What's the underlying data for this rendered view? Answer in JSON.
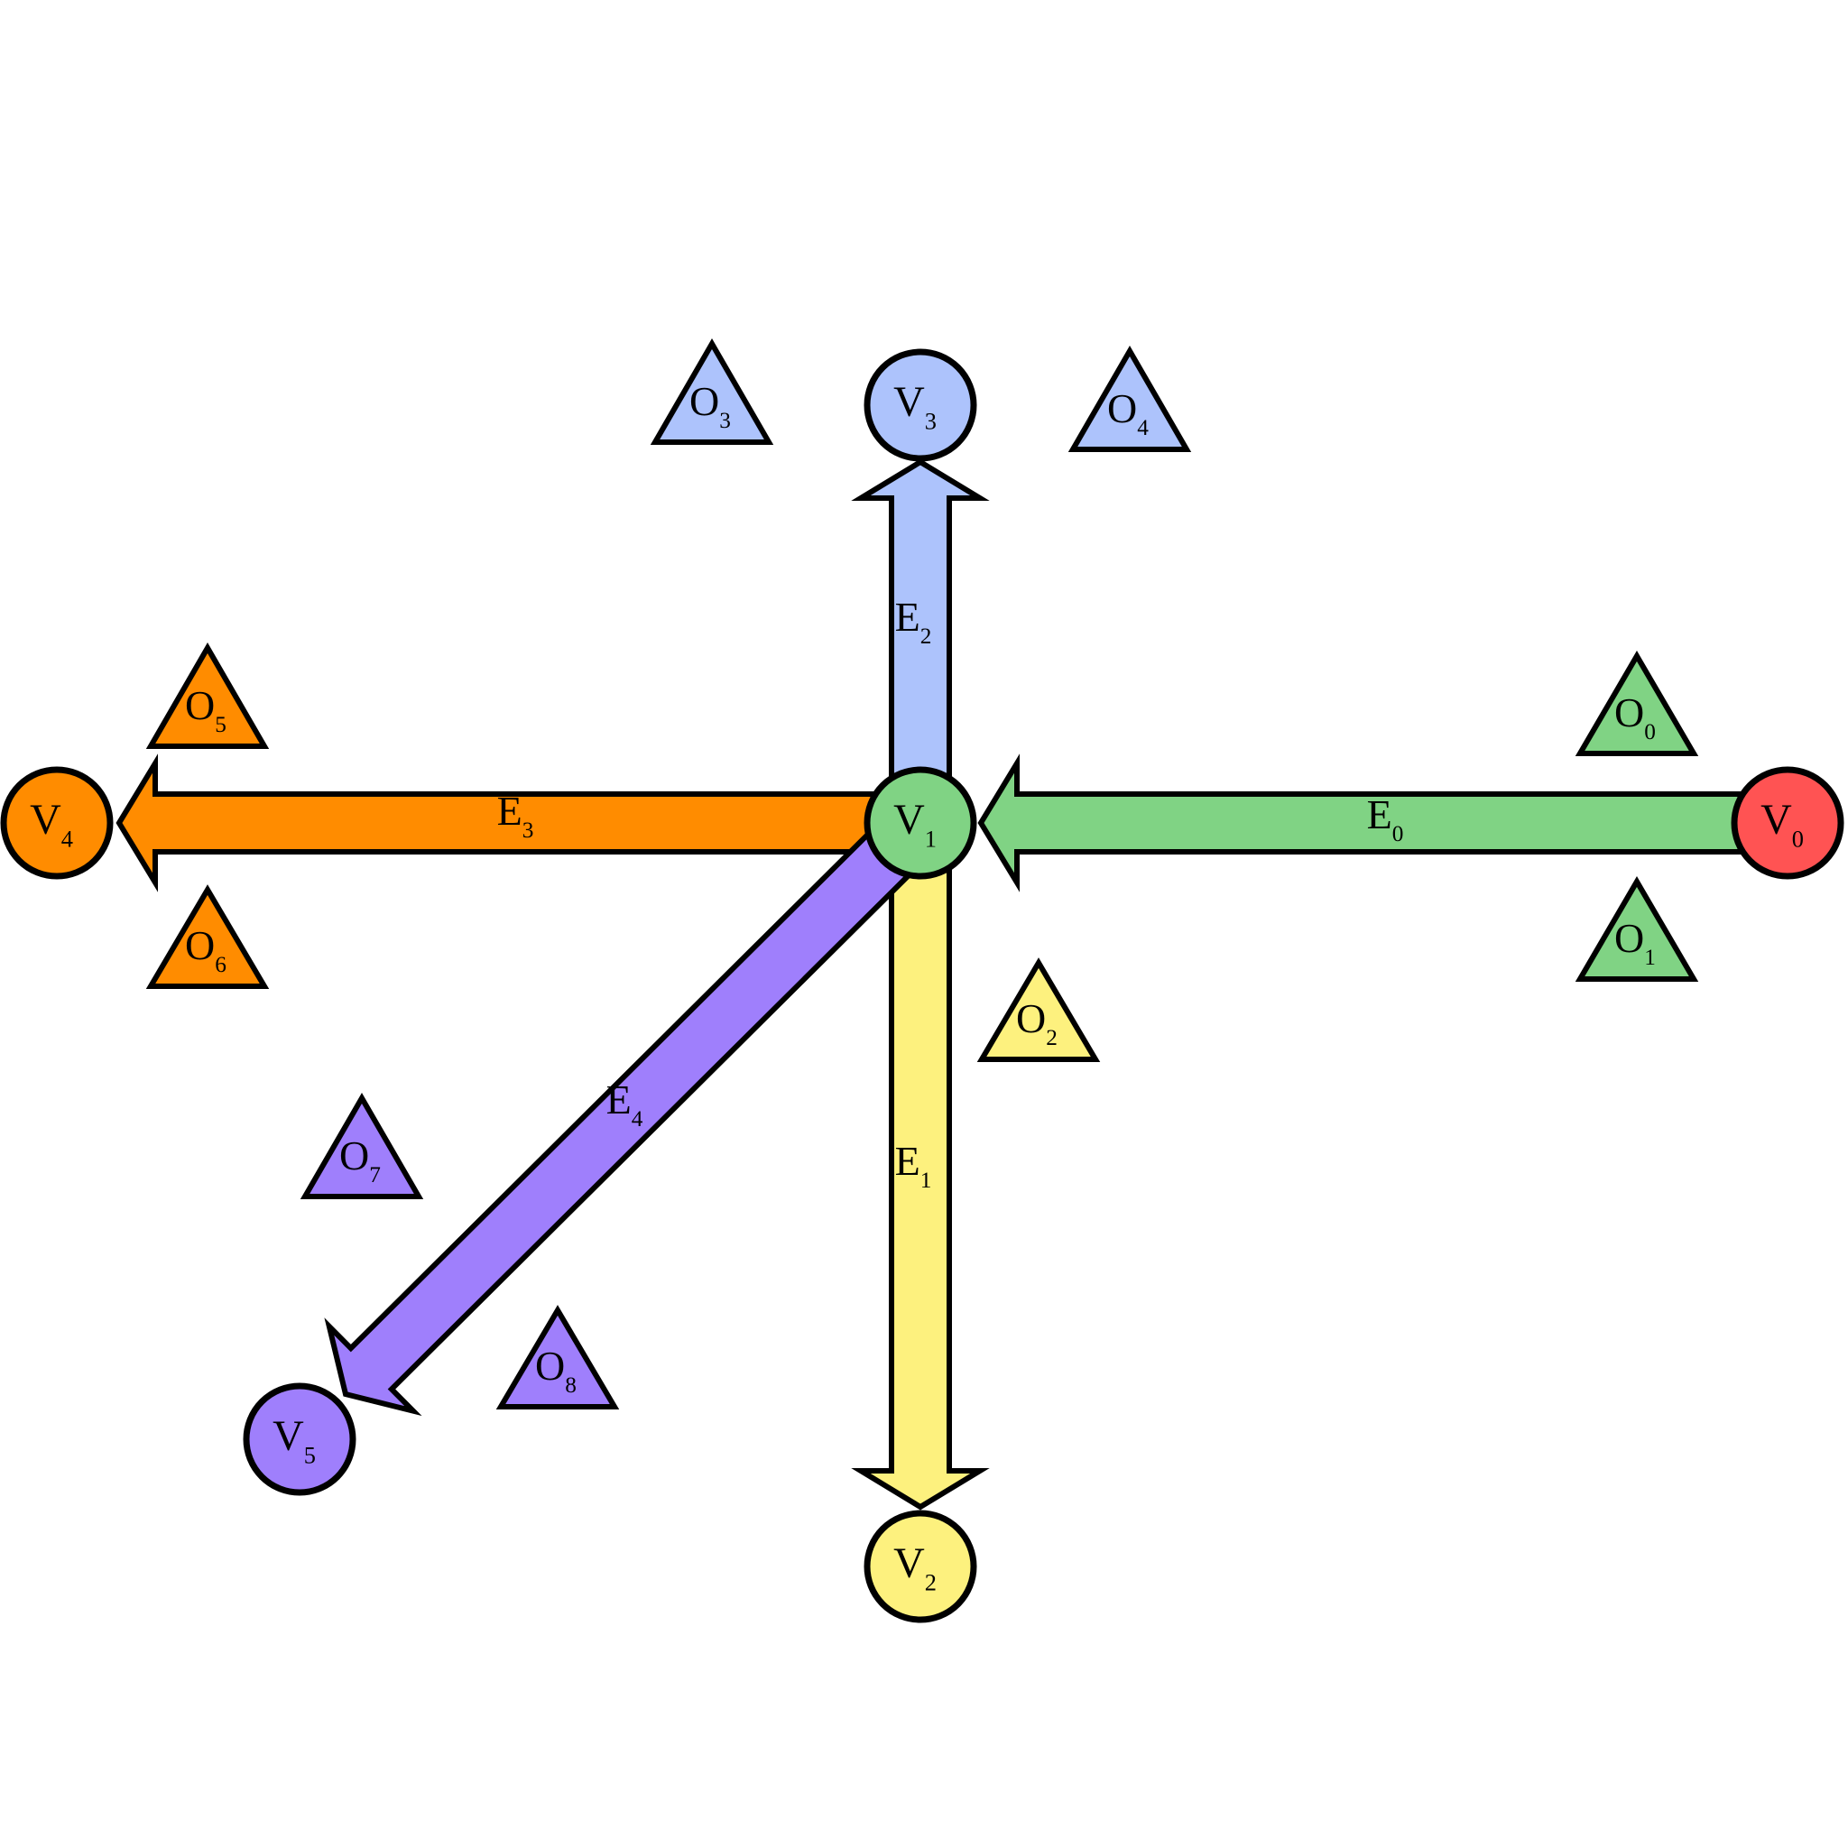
{
  "colors": {
    "green": "#80d384",
    "red": "#ff5353",
    "blue": "#adc3fc",
    "yellow": "#fdf17e",
    "orange": "#ff8c00",
    "purple": "#9f7ffc",
    "stroke": "#000000"
  },
  "vertices": [
    {
      "id": "V0",
      "main": "V",
      "sub": "0",
      "color": "#ff5353"
    },
    {
      "id": "V1",
      "main": "V",
      "sub": "1",
      "color": "#80d384"
    },
    {
      "id": "V2",
      "main": "V",
      "sub": "2",
      "color": "#fdf17e"
    },
    {
      "id": "V3",
      "main": "V",
      "sub": "3",
      "color": "#adc3fc"
    },
    {
      "id": "V4",
      "main": "V",
      "sub": "4",
      "color": "#ff8c00"
    },
    {
      "id": "V5",
      "main": "V",
      "sub": "5",
      "color": "#9f7ffc"
    }
  ],
  "edges": [
    {
      "id": "E0",
      "main": "E",
      "sub": "0",
      "from": "V0",
      "to": "V1",
      "color": "#80d384"
    },
    {
      "id": "E1",
      "main": "E",
      "sub": "1",
      "from": "V1",
      "to": "V2",
      "color": "#fdf17e"
    },
    {
      "id": "E2",
      "main": "E",
      "sub": "2",
      "from": "V1",
      "to": "V3",
      "color": "#adc3fc"
    },
    {
      "id": "E3",
      "main": "E",
      "sub": "3",
      "from": "V1",
      "to": "V4",
      "color": "#ff8c00"
    },
    {
      "id": "E4",
      "main": "E",
      "sub": "4",
      "from": "V1",
      "to": "V5",
      "color": "#9f7ffc"
    }
  ],
  "objects": [
    {
      "id": "O0",
      "main": "O",
      "sub": "0",
      "color": "#80d384"
    },
    {
      "id": "O1",
      "main": "O",
      "sub": "1",
      "color": "#80d384"
    },
    {
      "id": "O2",
      "main": "O",
      "sub": "2",
      "color": "#fdf17e"
    },
    {
      "id": "O3",
      "main": "O",
      "sub": "3",
      "color": "#adc3fc"
    },
    {
      "id": "O4",
      "main": "O",
      "sub": "4",
      "color": "#adc3fc"
    },
    {
      "id": "O5",
      "main": "O",
      "sub": "5",
      "color": "#ff8c00"
    },
    {
      "id": "O6",
      "main": "O",
      "sub": "6",
      "color": "#ff8c00"
    },
    {
      "id": "O7",
      "main": "O",
      "sub": "7",
      "color": "#9f7ffc"
    },
    {
      "id": "O8",
      "main": "O",
      "sub": "8",
      "color": "#9f7ffc"
    }
  ]
}
